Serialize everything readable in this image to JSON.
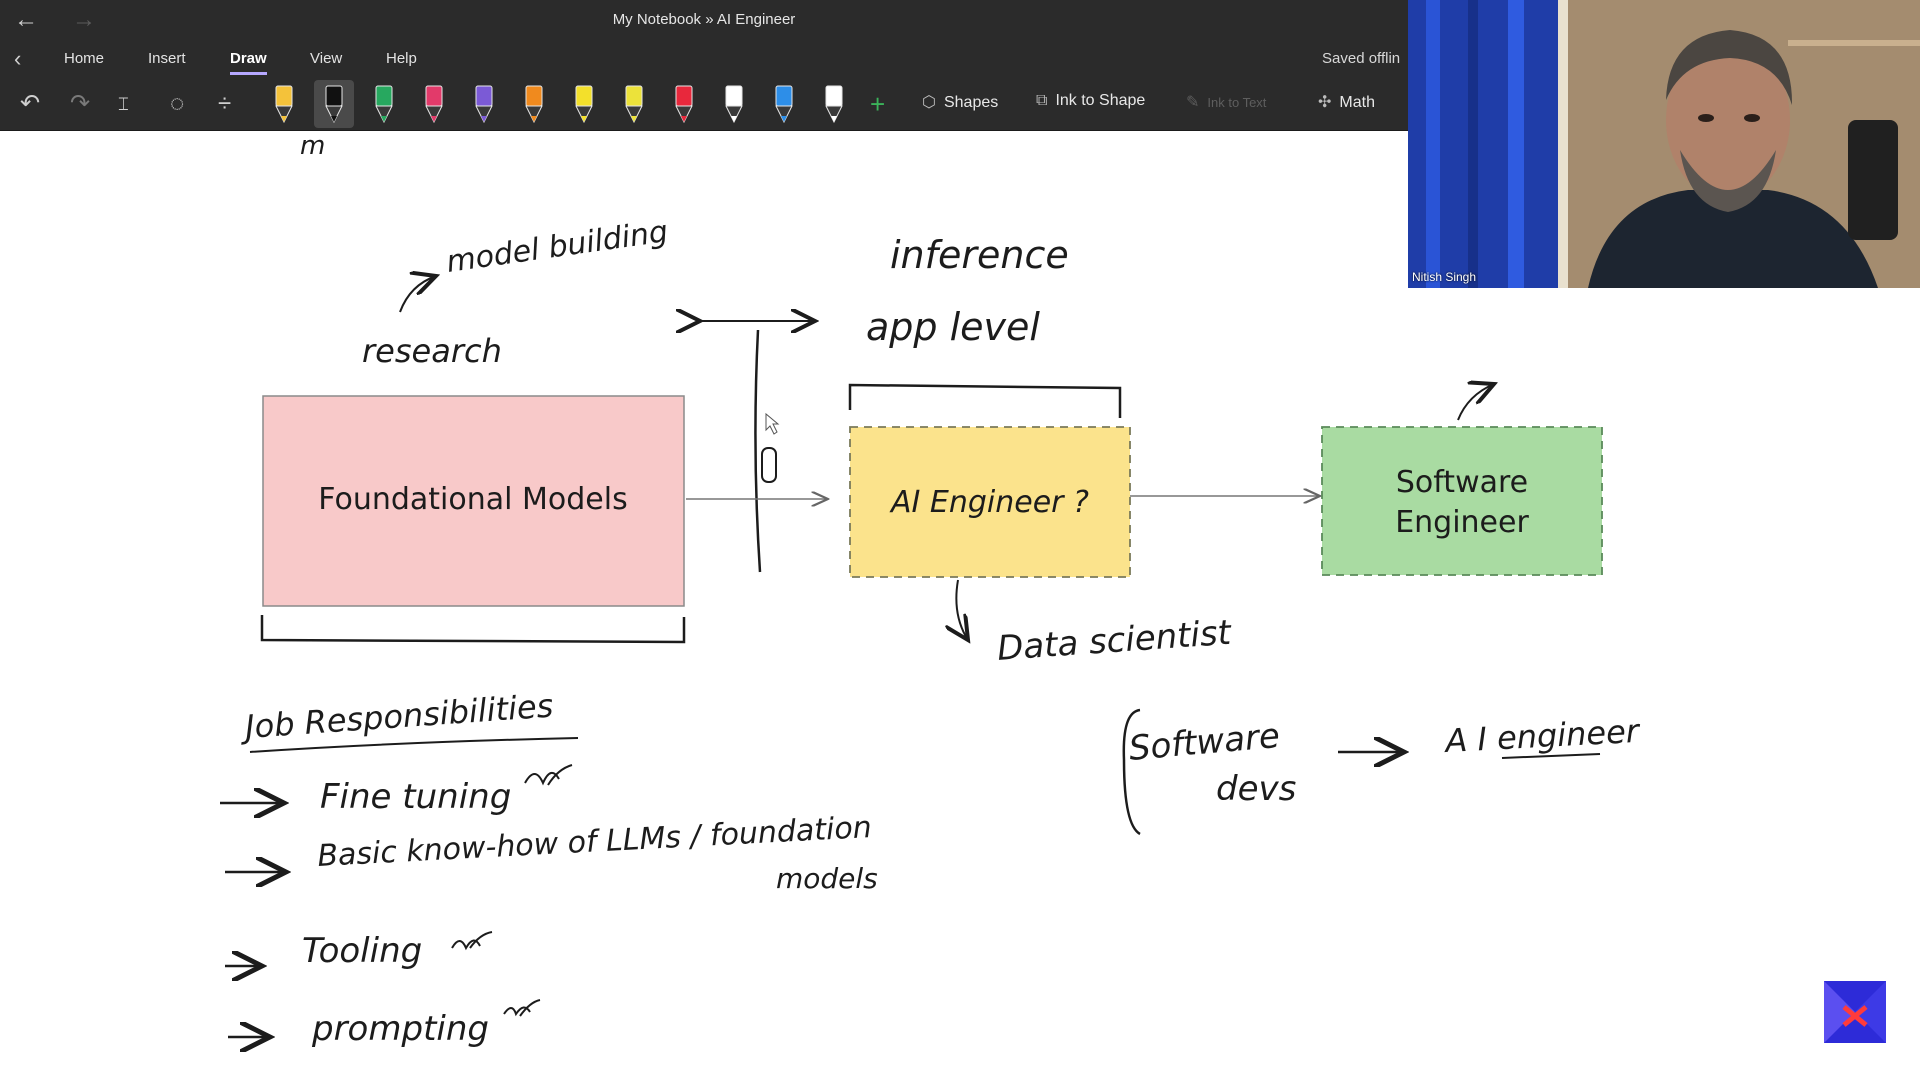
{
  "window": {
    "title": "My Notebook » AI Engineer"
  },
  "menu": {
    "tabs": [
      {
        "label": "Home"
      },
      {
        "label": "Insert"
      },
      {
        "label": "Draw"
      },
      {
        "label": "View"
      },
      {
        "label": "Help"
      }
    ],
    "active_tab": "Draw",
    "saved_status": "Saved offlin"
  },
  "ribbon": {
    "pen_colors": [
      "#f4c23a",
      "#111111",
      "#27a85f",
      "#e23a6a",
      "#7b5ad6",
      "#f08a1e",
      "#f3e02b",
      "#ece23a",
      "#e8283c",
      "#ffffff",
      "#2d8ee8",
      "#ffffff"
    ],
    "shapes_label": "Shapes",
    "ink_to_shape_label": "Ink to Shape",
    "ink_to_text_label": "Ink to Text",
    "math_label": "Math"
  },
  "video": {
    "participant_name": "Nitish Singh"
  },
  "canvas": {
    "top_fragment": "m",
    "model_building": "model building",
    "research": "research",
    "inference": "inference",
    "app_level": "app level",
    "foundational_models": "Foundational Models",
    "ai_engineer": "AI Engineer ?",
    "software_engineer_line1": "Software",
    "software_engineer_line2": "Engineer",
    "data_scientist": "Data scientist",
    "job_title": "Job Responsibilities",
    "jobs": [
      {
        "text": "Fine tuning"
      },
      {
        "text": "Basic know-how of LLMs / foundation"
      },
      {
        "text": "Tooling"
      },
      {
        "text": "prompting"
      }
    ],
    "jobs_sub": "models",
    "software_devs_line1": "Software",
    "software_devs_line2": "devs",
    "ai_engineer_short": "A I  engineer",
    "box_colors": {
      "foundational": "#f8c9c9",
      "ai_engineer": "#fbe38c",
      "software": "#a9dba2"
    }
  }
}
